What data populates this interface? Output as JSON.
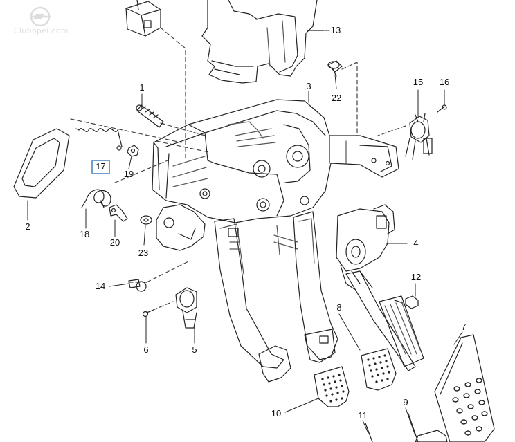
{
  "watermark": {
    "text": "Clubopel.com",
    "icon": "opel-logo-icon"
  },
  "callouts": {
    "c1": "1",
    "c2": "2",
    "c3": "3",
    "c4": "4",
    "c5": "5",
    "c6": "6",
    "c7": "7",
    "c8": "8",
    "c9": "9",
    "c10": "10",
    "c11": "11",
    "c12": "12",
    "c13": "13",
    "c14": "14",
    "c15": "15",
    "c16": "16",
    "c17": "17",
    "c18": "18",
    "c19": "19",
    "c20": "20",
    "c22": "22",
    "c23": "23"
  },
  "highlight": {
    "label": "17",
    "color": "#6f9fd0"
  }
}
